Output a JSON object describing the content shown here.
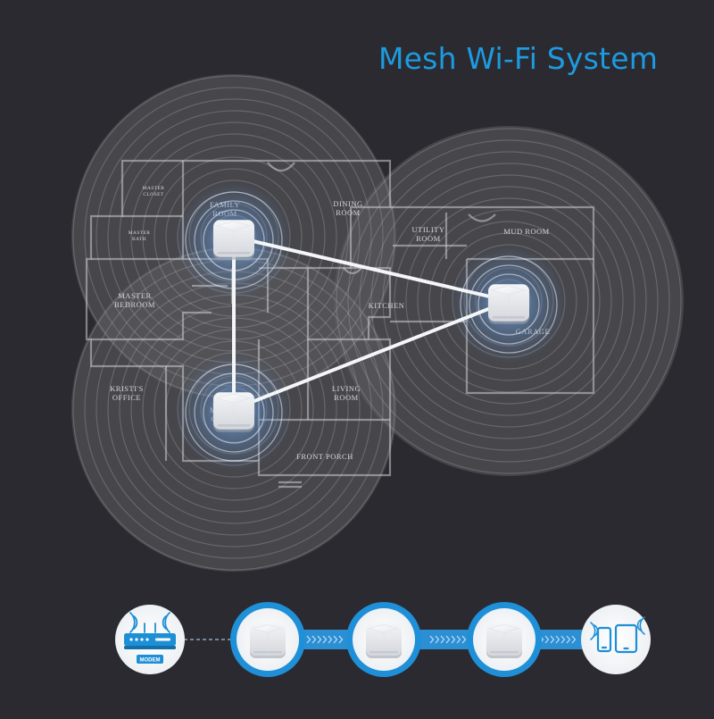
{
  "title": "Mesh Wi-Fi System",
  "rooms": [
    {
      "id": "master-closet",
      "lines": [
        "MASTER",
        "CLOSET"
      ],
      "small": true
    },
    {
      "id": "family",
      "lines": [
        "FAMILY",
        "ROOM"
      ],
      "small": false
    },
    {
      "id": "dining-room",
      "lines": [
        "DINING",
        "ROOM"
      ],
      "small": false
    },
    {
      "id": "master-bath",
      "lines": [
        "MASTER",
        "BATH"
      ],
      "small": true
    },
    {
      "id": "utility-room",
      "lines": [
        "UTILITY",
        "ROOM"
      ],
      "small": false
    },
    {
      "id": "mud-room",
      "lines": [
        "MUD ROOM"
      ],
      "small": false
    },
    {
      "id": "master-bedroom",
      "lines": [
        "MASTER",
        "BEDROOM"
      ],
      "small": false
    },
    {
      "id": "kitchen",
      "lines": [
        "KITCHEN"
      ],
      "small": false
    },
    {
      "id": "garage",
      "lines": [
        "GARAGE"
      ],
      "small": false
    },
    {
      "id": "kristis-office",
      "lines": [
        "KRISTI'S",
        "OFFICE"
      ],
      "small": false
    },
    {
      "id": "game-room",
      "lines": [
        "MEDIA",
        "GAME"
      ],
      "small": false
    },
    {
      "id": "living-room",
      "lines": [
        "LIVING",
        "ROOM"
      ],
      "small": false
    },
    {
      "id": "front-porch",
      "lines": [
        "FRONT PORCH"
      ],
      "small": false
    }
  ],
  "chain": {
    "modem_label": "MODEM",
    "steps": [
      "modem",
      "node",
      "node",
      "node",
      "devices"
    ]
  },
  "colors": {
    "accent": "#1d9be0",
    "background": "#2a2a30",
    "coverage": "#5c5c62",
    "link": "#ffffff"
  },
  "icons": [
    "modem-icon",
    "mesh-node-icon",
    "phone-icon",
    "tablet-icon",
    "wifi-signal-icon"
  ]
}
